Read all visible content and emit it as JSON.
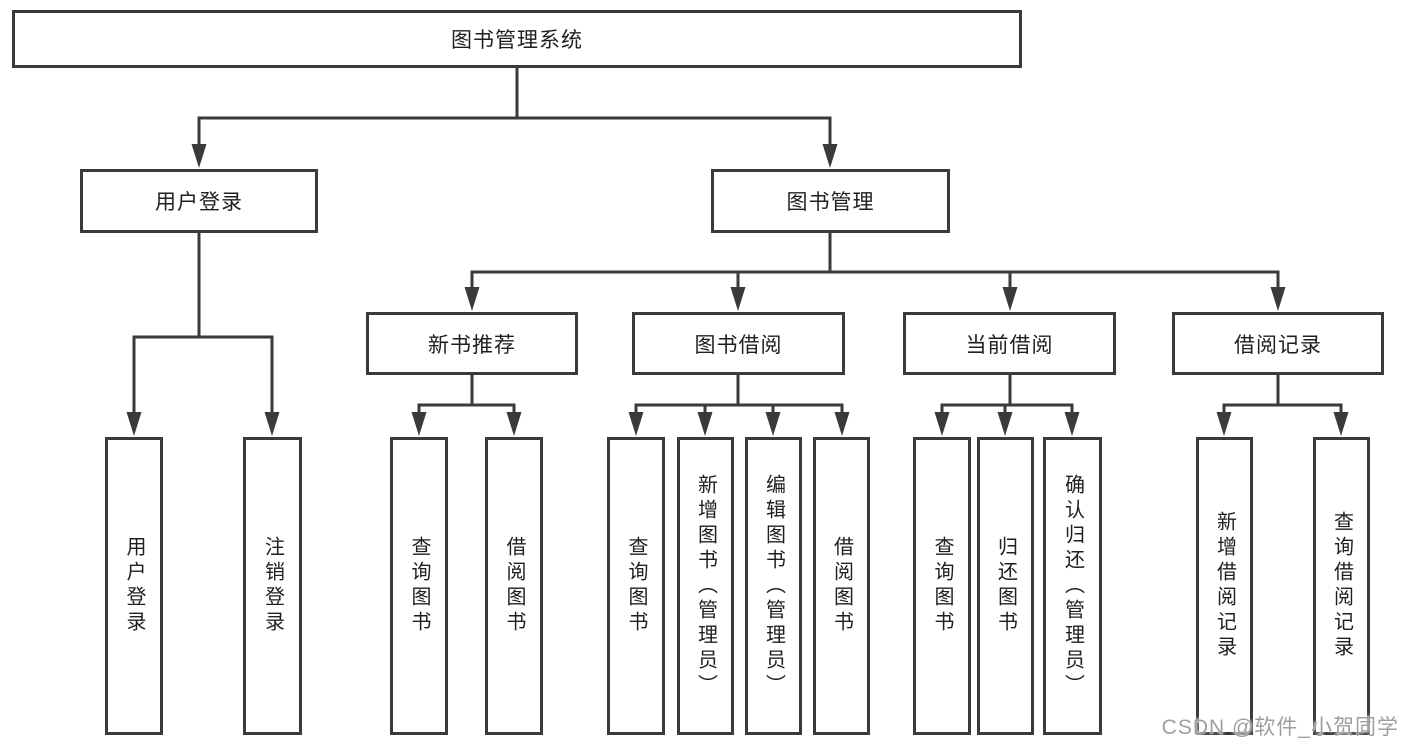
{
  "diagram_title": "图书管理系统",
  "tree": {
    "label": "图书管理系统",
    "children": [
      {
        "label": "用户登录",
        "children": [
          {
            "label": "用户登录"
          },
          {
            "label": "注销登录"
          }
        ]
      },
      {
        "label": "图书管理",
        "children": [
          {
            "label": "新书推荐",
            "children": [
              {
                "label": "查询图书"
              },
              {
                "label": "借阅图书"
              }
            ]
          },
          {
            "label": "图书借阅",
            "children": [
              {
                "label": "查询图书"
              },
              {
                "label": "新增图书（管理员）"
              },
              {
                "label": "编辑图书（管理员）"
              },
              {
                "label": "借阅图书"
              }
            ]
          },
          {
            "label": "当前借阅",
            "children": [
              {
                "label": "查询图书"
              },
              {
                "label": "归还图书"
              },
              {
                "label": "确认归还（管理员）"
              }
            ]
          },
          {
            "label": "借阅记录",
            "children": [
              {
                "label": "新增借阅记录"
              },
              {
                "label": "查询借阅记录"
              }
            ]
          }
        ]
      }
    ]
  },
  "watermark": {
    "text": "CSDN @软件_小贺同学"
  },
  "colors": {
    "line": "#3a3a3a",
    "box_border": "#3a3a3a",
    "text": "#1f1f1f",
    "background": "#ffffff",
    "watermark": "#9e9e9e"
  }
}
